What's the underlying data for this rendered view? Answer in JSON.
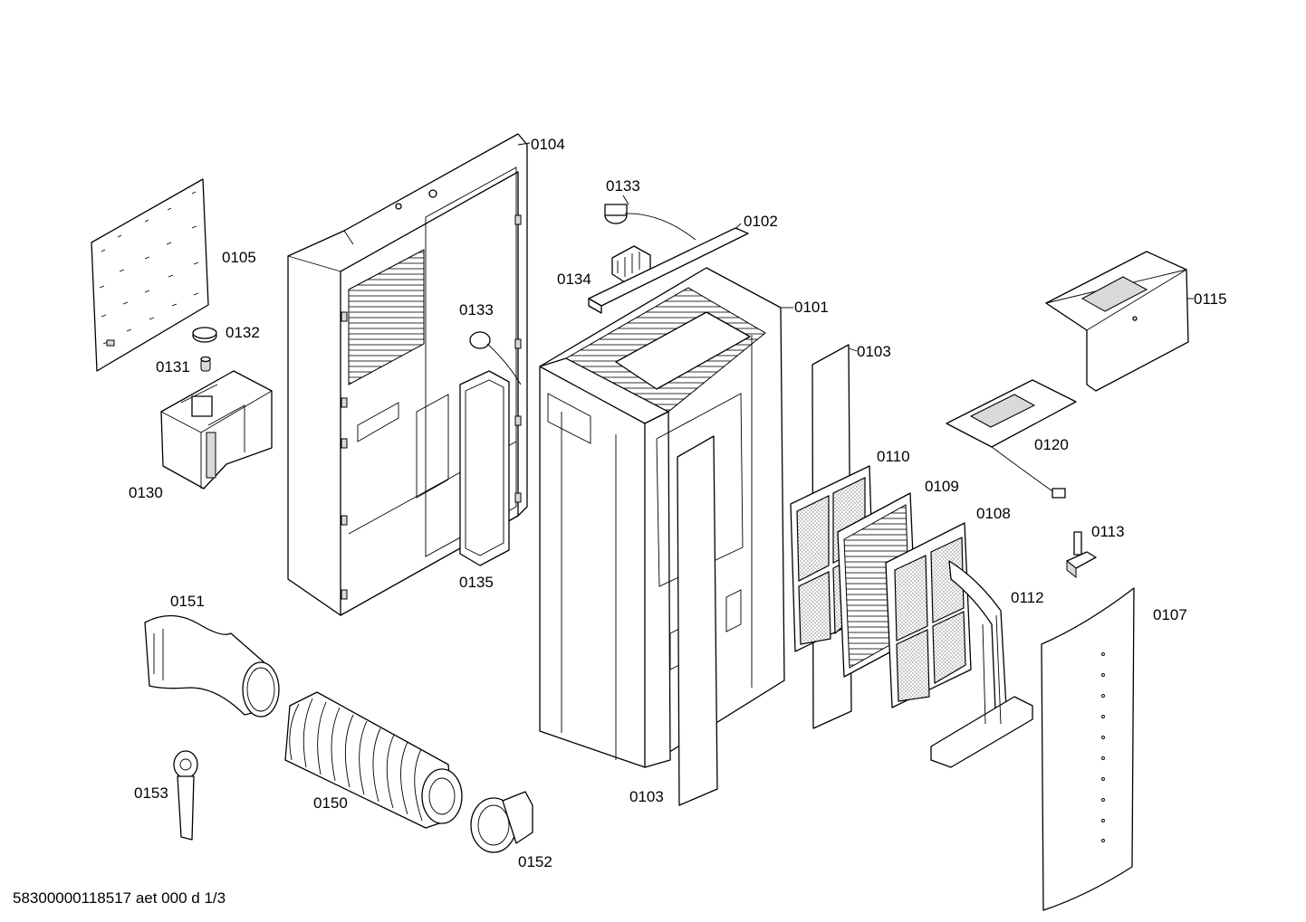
{
  "drawing_id": "58300000118517 aet 000 d 1/3",
  "part_labels": [
    "0104",
    "0105",
    "0132",
    "0131",
    "0130",
    "0133",
    "0134",
    "0102",
    "0133",
    "0135",
    "0101",
    "0103",
    "0115",
    "0120",
    "0110",
    "0109",
    "0108",
    "0113",
    "0112",
    "0107",
    "0151",
    "0153",
    "0150",
    "0152",
    "0103"
  ]
}
